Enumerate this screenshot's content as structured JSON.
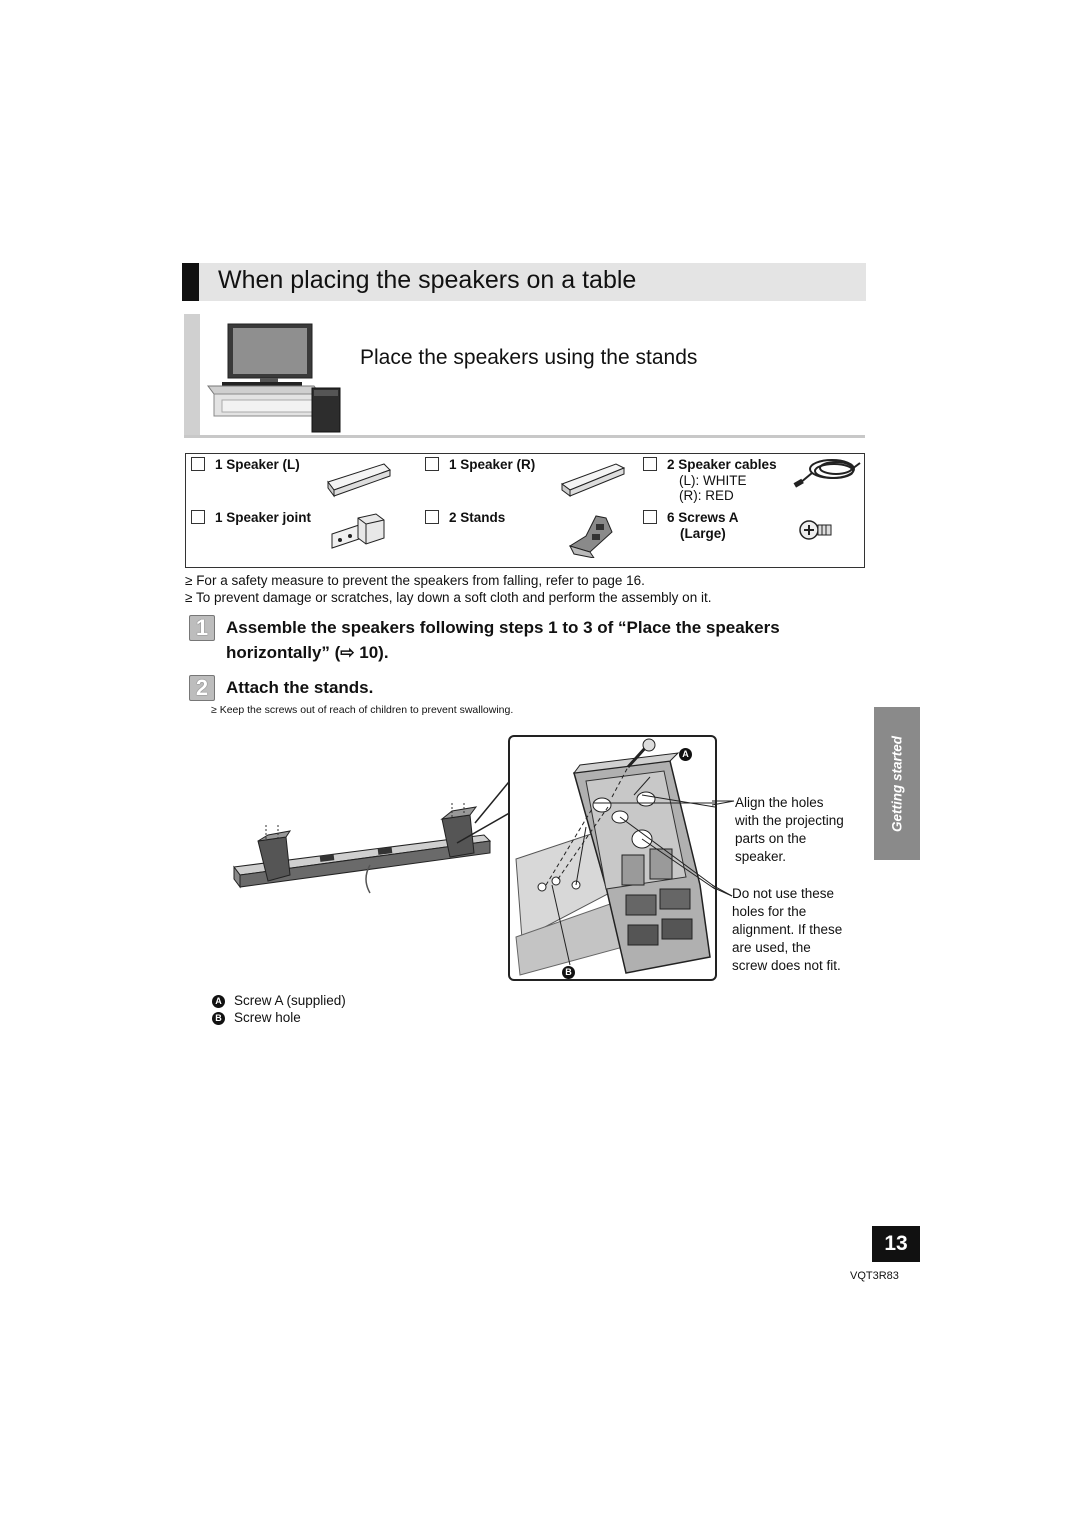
{
  "section_title": "When placing the speakers on a table",
  "subsection_title": "Place the speakers using the stands",
  "accessories": [
    {
      "label": "1 Speaker (L)"
    },
    {
      "label": "1 Speaker (R)"
    },
    {
      "label": "2 Speaker cables",
      "details": [
        "(L): WHITE",
        "(R): RED"
      ]
    },
    {
      "label": "1 Speaker joint"
    },
    {
      "label": "2 Stands"
    },
    {
      "label": "6 Screws A",
      "details": [
        "(Large)"
      ]
    }
  ],
  "notes": [
    "For a safety measure to prevent the speakers from falling, refer to page 16.",
    "To prevent damage or scratches, lay down a soft cloth and perform the assembly on it."
  ],
  "bullet_glyph": "≥",
  "steps": [
    {
      "number": "1",
      "lines": [
        "Assemble the speakers following steps 1 to 3 of “Place the speakers",
        "horizontally” (⇨ 10)."
      ]
    },
    {
      "number": "2",
      "lines": [
        "Attach the stands."
      ]
    }
  ],
  "step2_note": "Keep the screws out of reach of children to prevent swallowing.",
  "diagram": {
    "callout_align": [
      "Align the holes",
      "with the projecting",
      "parts on the",
      "speaker."
    ],
    "callout_donot": [
      "Do not use these",
      "holes for the",
      "alignment. If these",
      "are used, the",
      "screw does not fit."
    ],
    "marker_a": "A",
    "marker_b": "B"
  },
  "legend": [
    {
      "key": "A",
      "text": "Screw A (supplied)"
    },
    {
      "key": "B",
      "text": "Screw hole"
    }
  ],
  "side_tab": "Getting started",
  "page_number": "13",
  "model_code": "VQT3R83"
}
